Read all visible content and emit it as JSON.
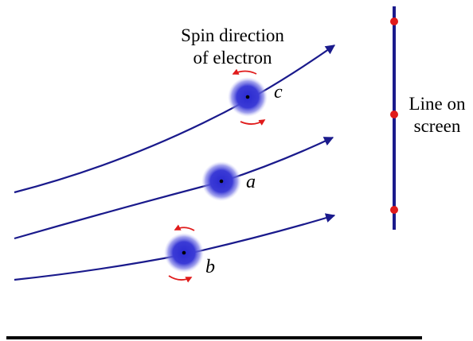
{
  "labels": {
    "spin_line1": "Spin direction",
    "spin_line2": "of electron",
    "screen_line1": "Line on",
    "screen_line2": "screen",
    "electron_c": "c",
    "electron_a": "a",
    "electron_b": "b"
  },
  "colors": {
    "trajectory": "#1a1a8c",
    "screen_line": "#1a1a8c",
    "screen_hit": "#e01b1b",
    "electron_core": "#3333cc",
    "spin_arrow": "#e01b1b",
    "baseline": "#000000"
  }
}
